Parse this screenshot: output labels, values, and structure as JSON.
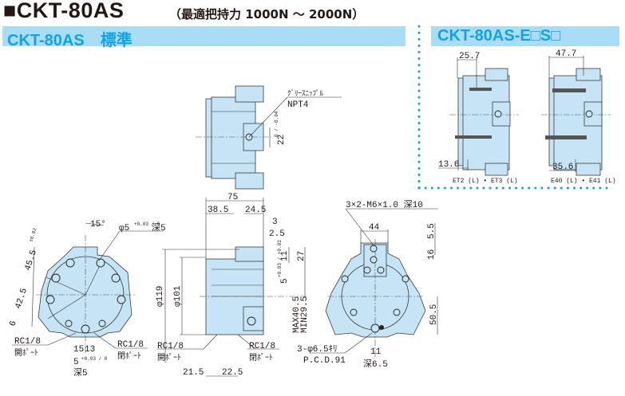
{
  "header": {
    "title": "■CKT-80AS",
    "subtitle": "（最適把持力 1000N ～ 2000N）"
  },
  "standard_section": {
    "label": "CKT-80AS　標準"
  },
  "option_section": {
    "label": "CKT-80AS-E□S□",
    "left_view": {
      "dim_top": "25.7",
      "dim_bottom": "13.6",
      "caption": "ET2 (L) • ET3 (L)"
    },
    "right_view": {
      "dim_top": "47.7",
      "dim_bottom": "35.6",
      "caption": "E40 (L) • E41 (L)"
    }
  },
  "colors": {
    "accent": "#13a3e3",
    "band": "#a9ddf6",
    "body": "#c6e4f6",
    "dots": "#1aa0e0"
  },
  "top_view": {
    "grease_label": "ｸﾞﾘｰｽﾆｯﾌﾟﾙ",
    "grease_thread": "NPT4",
    "dim_22": "22",
    "tol_22": "0 / -0.04"
  },
  "front_view_left": {
    "angle": "15°",
    "pin_dia": "φ5",
    "pin_tol": "+0.03 / 0",
    "pin_depth": "深5",
    "dim_45_5": "45.5",
    "tol_45_5": "±0.02",
    "dim_42_5": "42.5",
    "dim_6": "6",
    "port_left": "RC1/8",
    "port_left_sub": "開ﾎﾟｰﾄ",
    "port_right": "RC1/8",
    "port_right_sub": "閉ﾎﾟｰﾄ",
    "dim_15": "15",
    "dim_13": "13",
    "dim_5": "5",
    "dim_5_tol": "+0.03 / 0",
    "depth5": "深5"
  },
  "side_view": {
    "dim_75": "75",
    "dim_38_5": "38.5",
    "dim_24_5": "24.5",
    "dim_3": "3",
    "dim_2_5": "2.5",
    "dim_11": "11",
    "dim_27": "27",
    "dim_5": "5",
    "dim_5_tol": "+0.03 / +0.01",
    "dia_119": "φ119",
    "dia_101": "φ101",
    "max": "MAX40.5",
    "min": "MIN29.5",
    "port_left": "RC1/8",
    "port_left_sub": "開ﾎﾟｰﾄ",
    "port_right": "RC1/8",
    "port_right_sub": "閉ﾎﾟｰﾄ",
    "dim_21_5": "21.5",
    "dim_22_5": "22.5"
  },
  "front_view_right": {
    "thread": "3×2-M6×1.0 深10",
    "dim_44": "44",
    "dim_5_5": "5.5",
    "dim_16": "16",
    "dim_50_5": "50.5",
    "holes": "3-φ6.5ｷﾘ",
    "pcd": "P.C.D.91",
    "dim_11": "11",
    "depth": "深6.5"
  }
}
